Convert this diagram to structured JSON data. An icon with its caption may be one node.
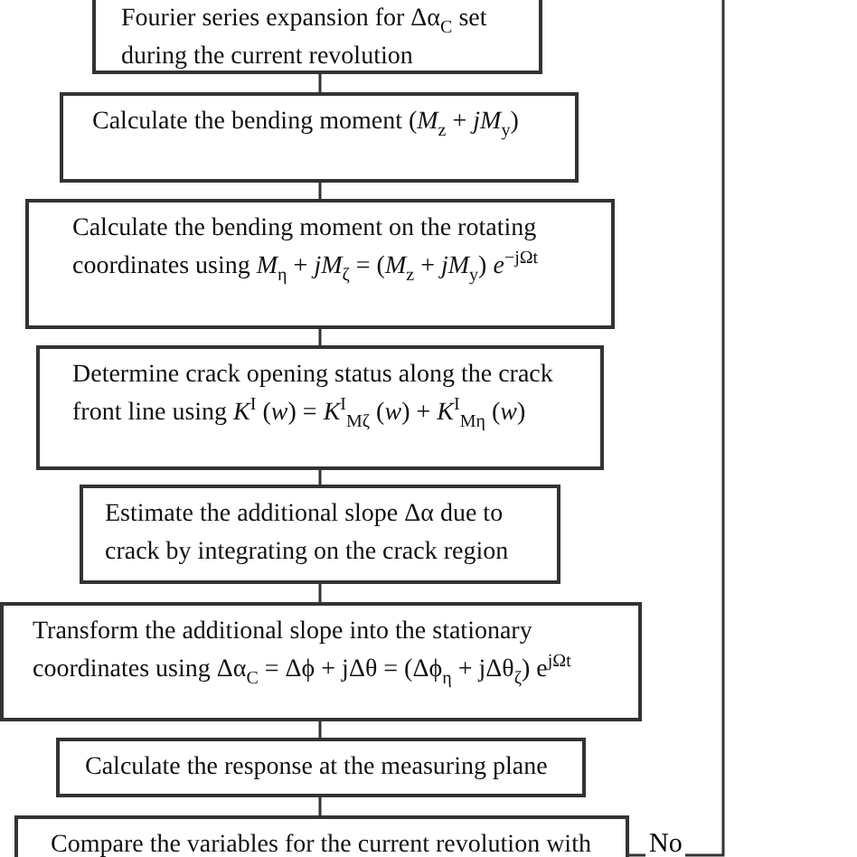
{
  "diagram": {
    "nodes": [
      {
        "text": [
          "Fourier series expansion for Δα$_{C}$ set during the current revolution"
        ]
      },
      {
        "text": [
          "Calculate the bending moment (*M*$_{z}$ + *jM*$_{y}$)"
        ]
      },
      {
        "text": [
          "Calculate the bending moment on the rotating coordinates using *M*$_{η}$ + *jM*$_{ζ}$ = (*M*$_{z}$ + *jM*$_{y}$) *e*$^{−jΩt}$"
        ]
      },
      {
        "text": [
          "Determine crack opening status along the crack front line using *K*$^{I}$ (*w*) = *K*$^{I}$$_{Mζ}$ (*w*) + *K*$^{I}$$_{Mη}$ (*w*)"
        ]
      },
      {
        "text": [
          "Estimate the additional slope Δα due to crack by integrating on the crack region"
        ]
      },
      {
        "text": [
          "Transform the additional slope into the stationary coordinates using Δα$_{C}$ = Δϕ + jΔθ = (Δϕ$_{η}$ + jΔθ$_{ζ}$) e$^{jΩt}$"
        ]
      },
      {
        "text": [
          "Calculate the response at the measuring plane"
        ]
      },
      {
        "text": [
          "Compare the variables for the current revolution with"
        ]
      }
    ],
    "edges": [
      {
        "from": 0,
        "to": 1,
        "arrow": "none"
      },
      {
        "from": 1,
        "to": 2,
        "arrow": "none"
      },
      {
        "from": 2,
        "to": 3,
        "arrow": "none"
      },
      {
        "from": 3,
        "to": 4,
        "arrow": "none"
      },
      {
        "from": 4,
        "to": 5,
        "arrow": "none"
      },
      {
        "from": 5,
        "to": 6,
        "arrow": "none"
      },
      {
        "from": 6,
        "to": 7,
        "arrow": "none"
      },
      {
        "from": 7,
        "to": null,
        "arrow": "none",
        "label": "No"
      }
    ]
  }
}
